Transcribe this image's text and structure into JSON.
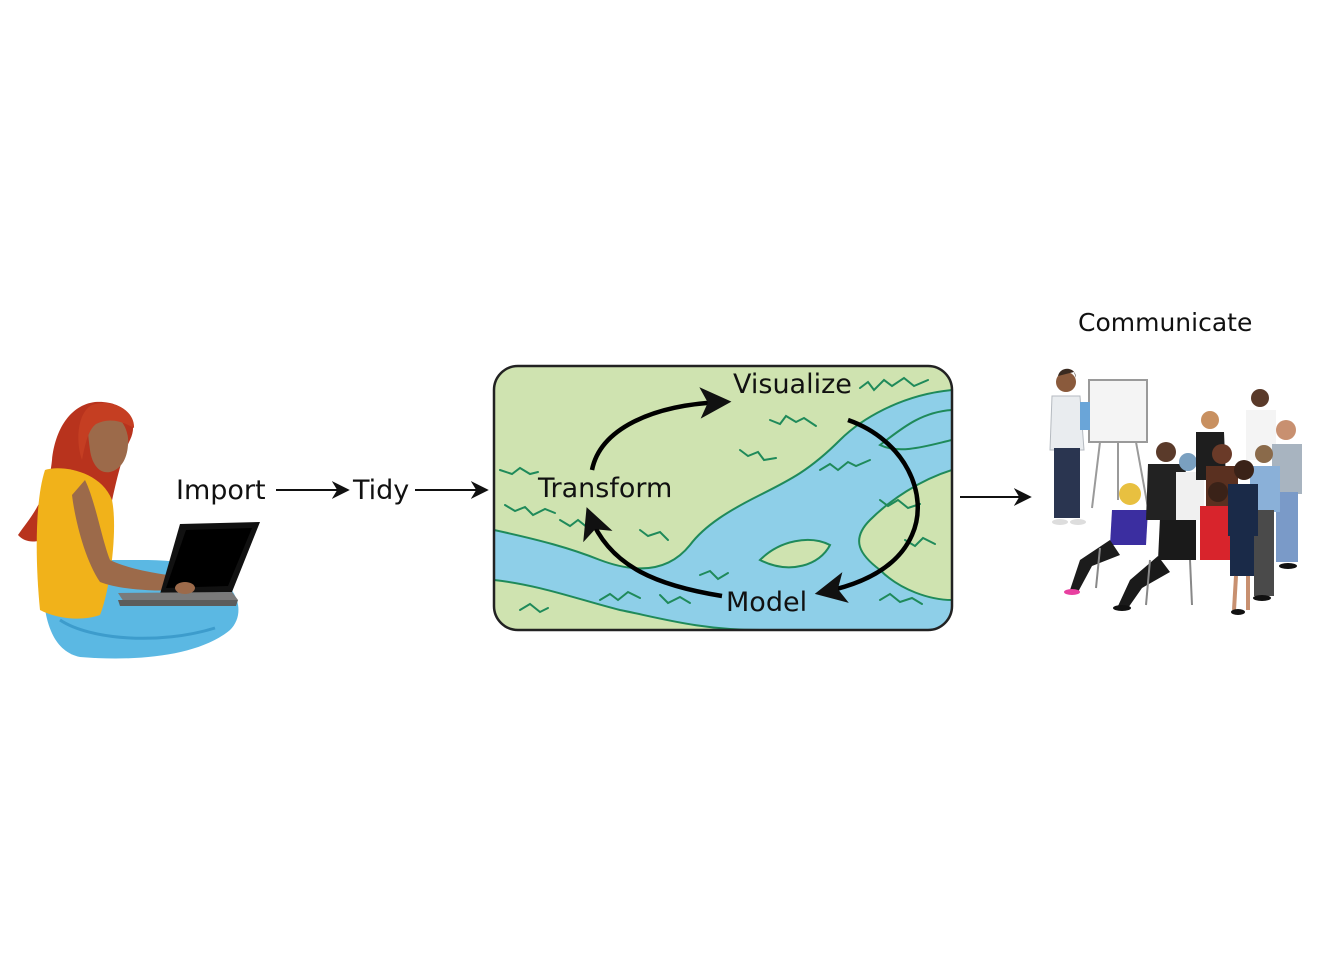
{
  "labels": {
    "import": "Import",
    "tidy": "Tidy",
    "transform": "Transform",
    "visualize": "Visualize",
    "model": "Model",
    "communicate": "Communicate"
  },
  "icons": {
    "analyst": "person-with-laptop-icon",
    "explore_background": "coastline-map-icon",
    "audience": "presentation-audience-icon"
  },
  "colors": {
    "map_land": "#cfe3b0",
    "map_water": "#8ecfe8",
    "map_coast": "#1f8a5a",
    "text": "#111111",
    "arrow": "#111111"
  }
}
